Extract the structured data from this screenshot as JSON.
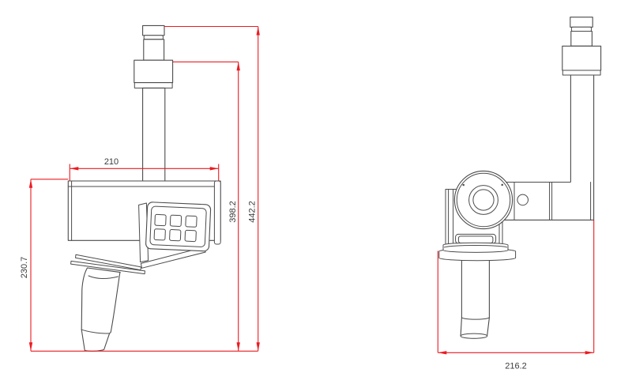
{
  "drawing": {
    "kind": "technical-dimension-drawing",
    "views": [
      "front",
      "side"
    ]
  },
  "dimensions": {
    "front_width": "210",
    "front_left_height": "230.7",
    "front_inner_height": "398.2",
    "front_total_height": "442.2",
    "side_width": "216.2"
  },
  "keypad": {
    "rows": 2,
    "columns": 3,
    "buttons": 6
  },
  "colors": {
    "dimension_red": "#ec1b21",
    "outline_gray": "#4b4b4b",
    "label_text": "#3a3a3a",
    "background": "#ffffff"
  }
}
